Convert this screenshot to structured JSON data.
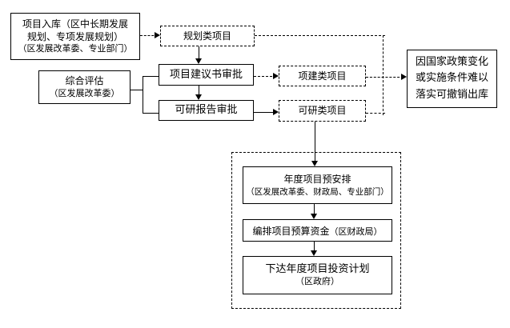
{
  "colors": {
    "line": "#000000",
    "background": "#ffffff",
    "text": "#000000"
  },
  "nodes": {
    "project_intake": {
      "line1": "项目入库（区中长期发展",
      "line2": "规划、专项发展规划）",
      "line3": "（区发展改革委、专业部门）"
    },
    "planning_projects": {
      "label": "规划类项目"
    },
    "proposal_approval": {
      "label": "项目建议书审批"
    },
    "feasibility_approval": {
      "label": "可研报告审批"
    },
    "comprehensive_evaluation": {
      "line1": "综合评估",
      "line2": "（区发展改革委）"
    },
    "proposal_type_projects": {
      "label": "项建类项目"
    },
    "feasibility_type_projects": {
      "label": "可研类项目"
    },
    "withdrawal": {
      "line1": "因国家政策变化",
      "line2": "或实施条件难以",
      "line3": "落实可撤销出库"
    },
    "annual_arrangement": {
      "line1": "年度项目预安排",
      "line2": "（区发展改革委、财政局、专业部门）"
    },
    "budget_funds": {
      "main": "编排项目预算资金",
      "sub": "（区财政局）"
    },
    "issue_plan": {
      "line1": "下达年度项目投资计划",
      "line2": "（区政府）"
    }
  }
}
